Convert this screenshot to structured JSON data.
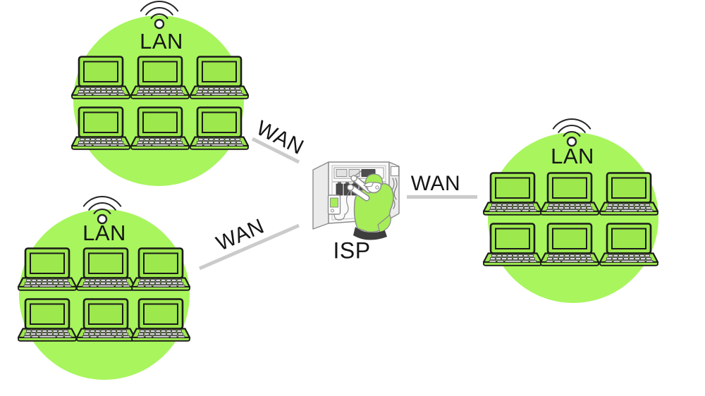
{
  "colors": {
    "lan_circle_green": "#a8f55e",
    "laptop_green": "#9ce84d",
    "outline_black": "#1a1a1a",
    "keyboard_key_gray": "#d9d9d9",
    "wan_line_gray": "#cbcbcb",
    "illustration_line_gray": "#8c8c8c",
    "technician_green": "#a6ed58"
  },
  "icons": {
    "wifi": "wifi-signal-icon",
    "laptop": "laptop-icon",
    "isp": "technician-at-distribution-cabinet-illustration"
  },
  "lans": [
    {
      "label": "LAN",
      "position": "top-left",
      "computers": 6
    },
    {
      "label": "LAN",
      "position": "bottom-left",
      "computers": 6
    },
    {
      "label": "LAN",
      "position": "right",
      "computers": 6
    }
  ],
  "wan_links": [
    {
      "label": "WAN",
      "from": "lan-top-left",
      "to": "isp"
    },
    {
      "label": "WAN",
      "from": "lan-bottom-left",
      "to": "isp"
    },
    {
      "label": "WAN",
      "from": "isp",
      "to": "lan-right"
    }
  ],
  "isp": {
    "label": "ISP"
  }
}
